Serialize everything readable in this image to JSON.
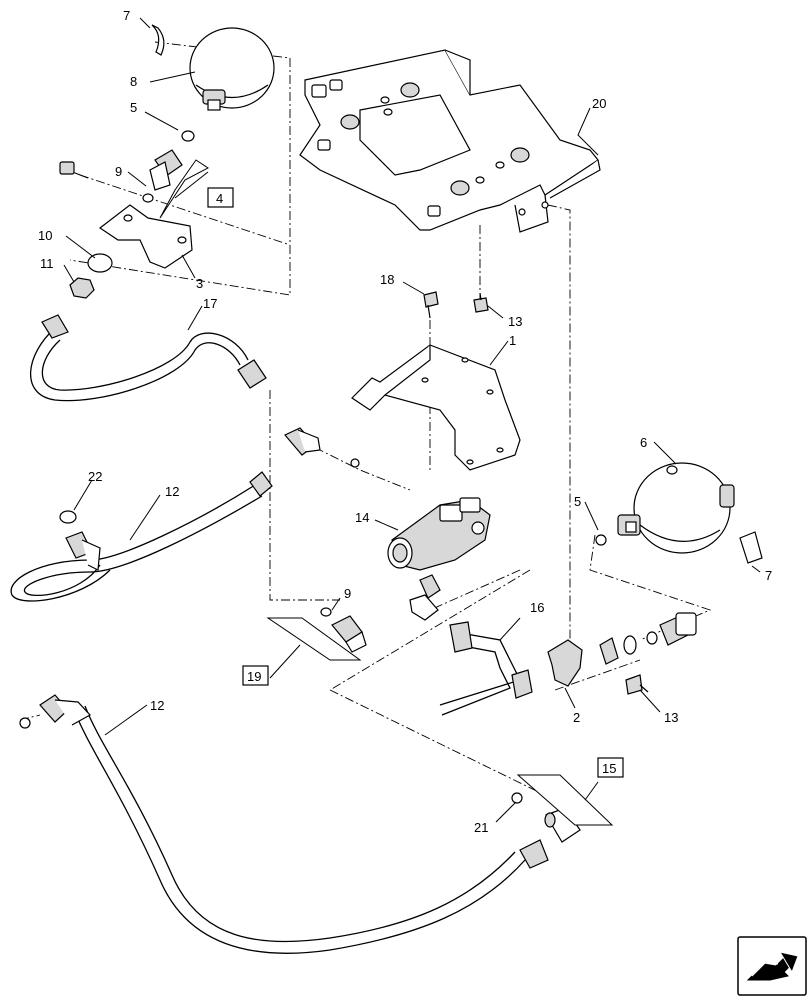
{
  "callouts": {
    "c1": "1",
    "c2": "2",
    "c3": "3",
    "c4": "4",
    "c5a": "5",
    "c5b": "5",
    "c6": "6",
    "c7a": "7",
    "c7b": "7",
    "c8": "8",
    "c9a": "9",
    "c9b": "9",
    "c10": "10",
    "c11": "11",
    "c12a": "12",
    "c12b": "12",
    "c13a": "13",
    "c13b": "13",
    "c14": "14",
    "c15": "15",
    "c16": "16",
    "c17": "17",
    "c18": "18",
    "c19": "19",
    "c20": "20",
    "c21": "21",
    "c22": "22"
  },
  "nav_icon": "next-page-arrow-icon"
}
